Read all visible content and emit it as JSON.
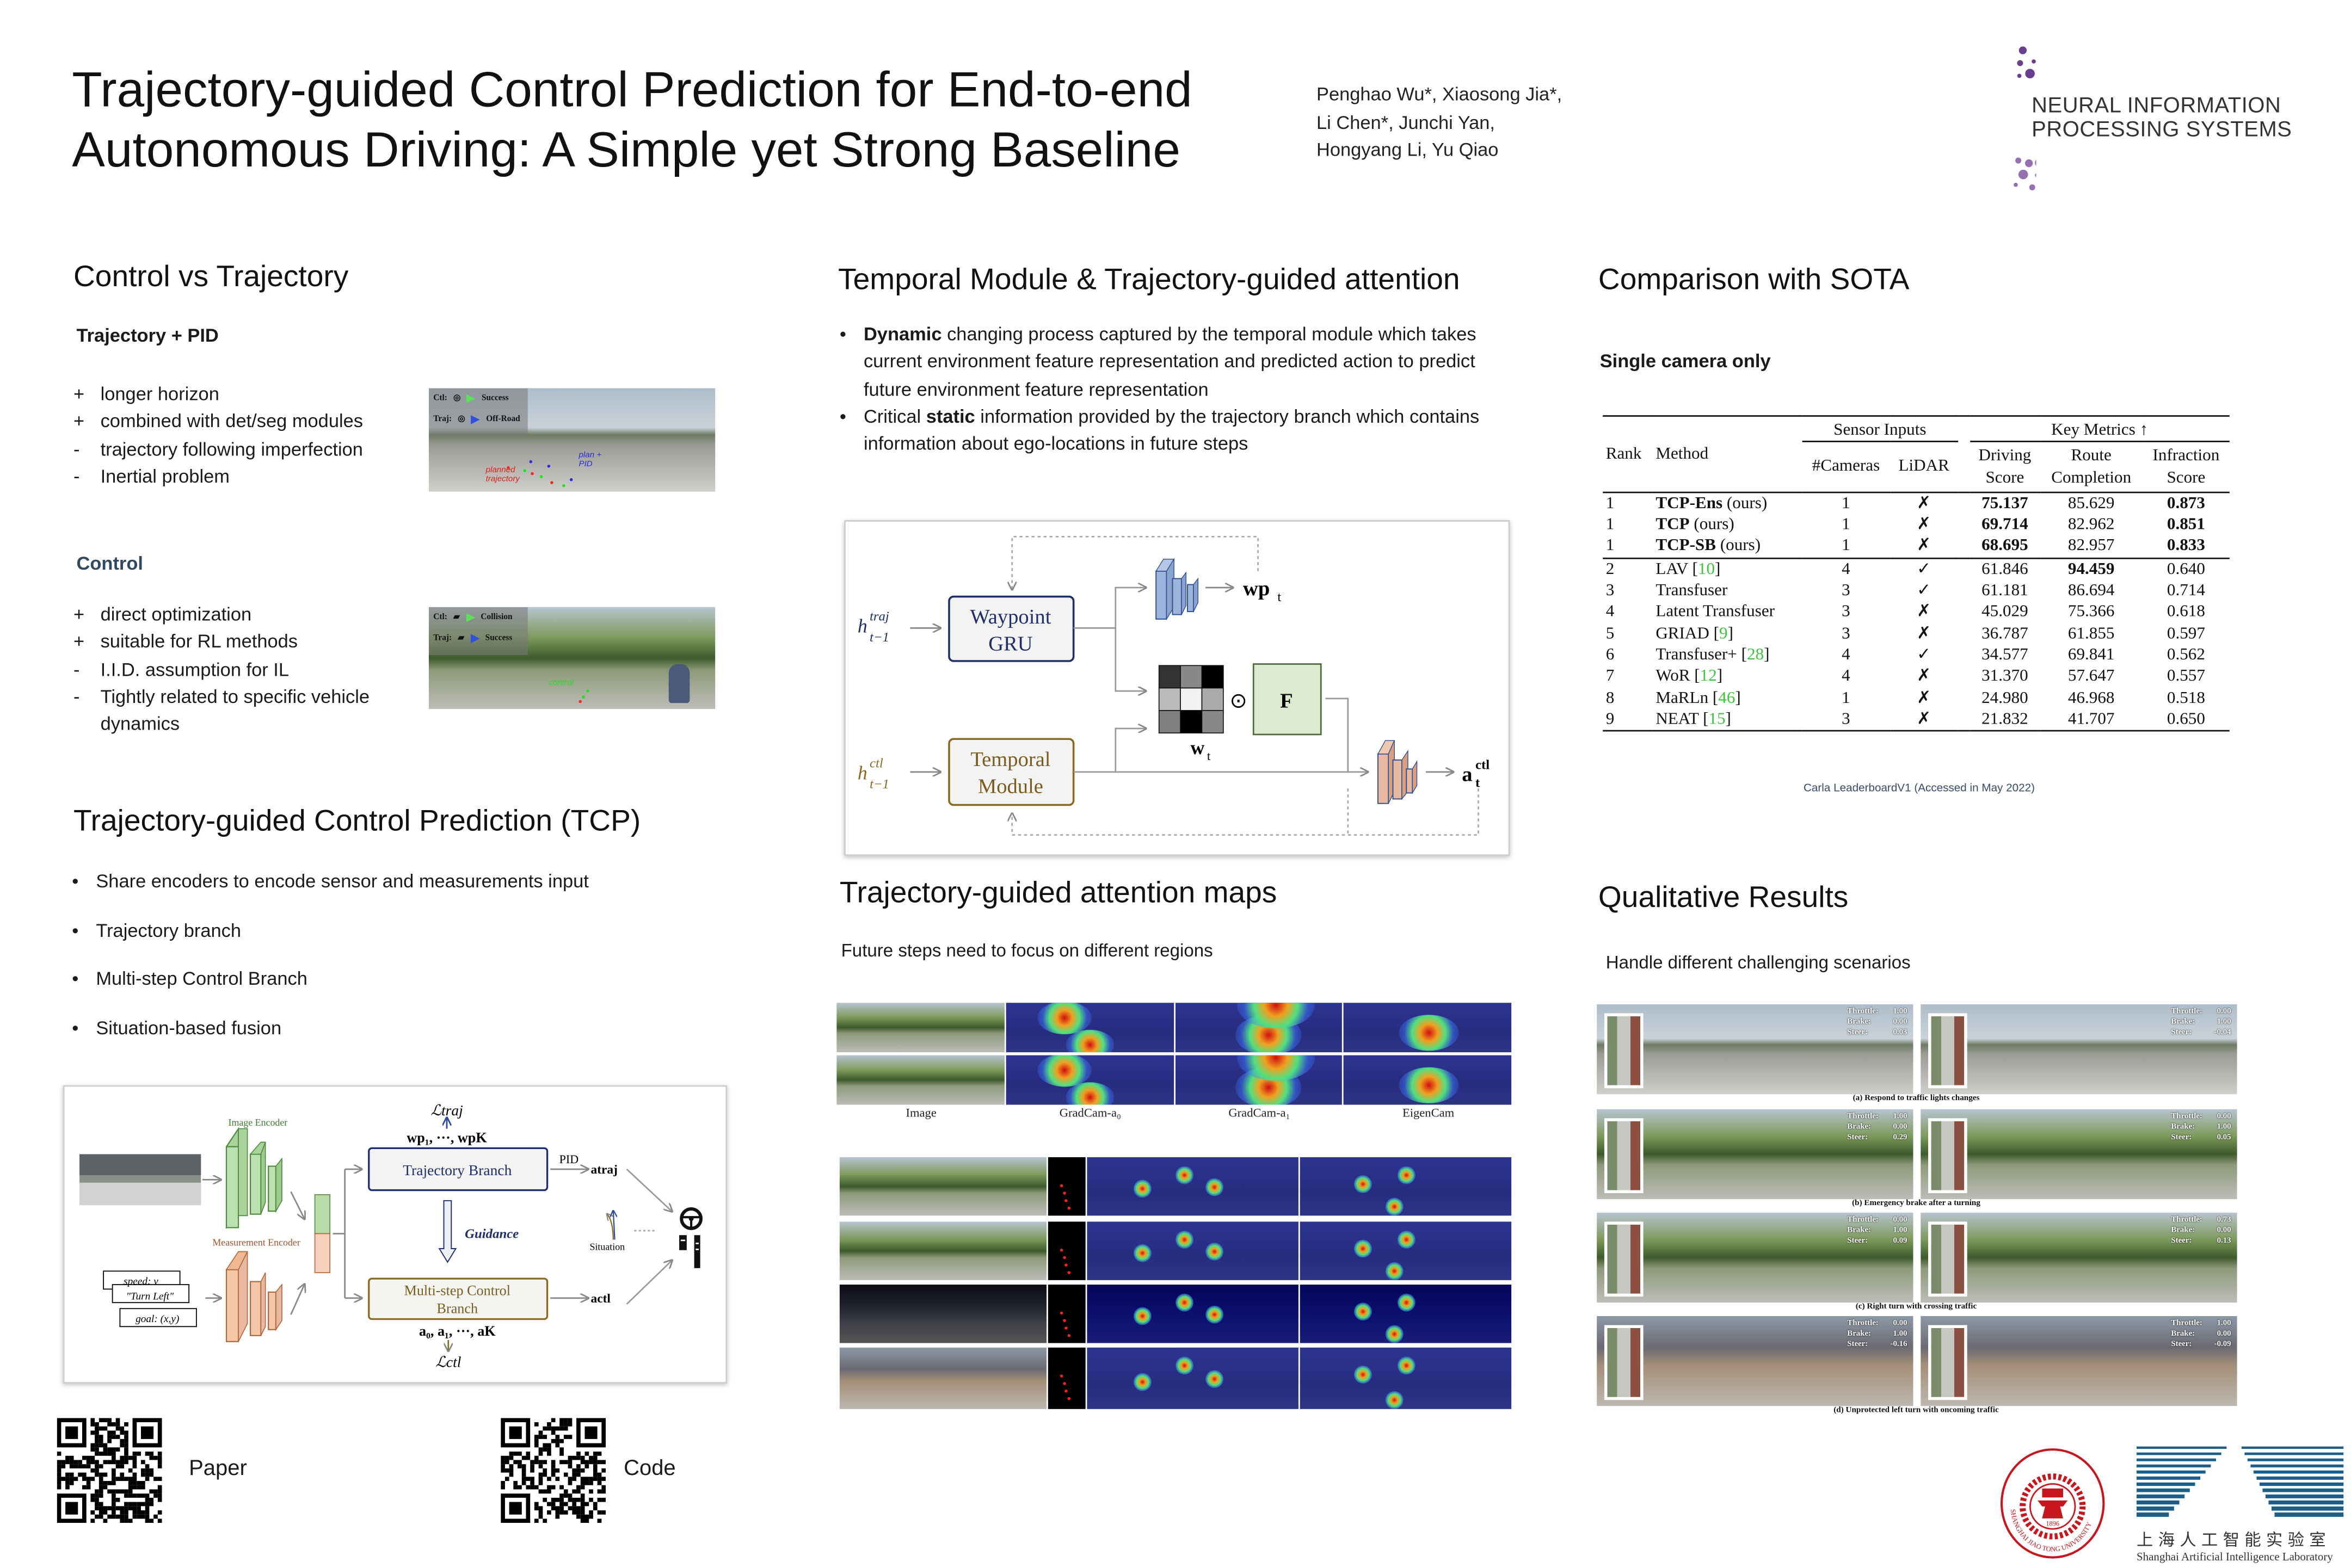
{
  "header": {
    "title_line1": "Trajectory-guided Control Prediction for End-to-end",
    "title_line2": "Autonomous Driving: A Simple yet Strong Baseline",
    "authors": [
      "Penghao Wu*, Xiaosong Jia*,",
      "Li Chen*, Junchi Yan,",
      "Hongyang Li, Yu Qiao"
    ],
    "neurips_logo": [
      "NEURAL INFORMATION",
      "PROCESSING SYSTEMS"
    ]
  },
  "control_vs_trajectory": {
    "heading": "Control vs Trajectory",
    "traj_title": "Trajectory + PID",
    "traj_points": [
      {
        "mark": "+",
        "text": "longer horizon"
      },
      {
        "mark": "+",
        "text": "combined with det/seg modules"
      },
      {
        "mark": "-",
        "text": "trajectory following imperfection"
      },
      {
        "mark": "-",
        "text": "Inertial problem"
      }
    ],
    "control_title": "Control",
    "control_points": [
      {
        "mark": "+",
        "text": "direct optimization"
      },
      {
        "mark": "+",
        "text": "suitable for RL methods"
      },
      {
        "mark": "-",
        "text": "I.I.D. assumption for IL"
      },
      {
        "mark": "-",
        "text": "Tightly related to specific vehicle dynamics"
      }
    ],
    "thumb1": {
      "ctl_label": "Ctl:",
      "ctl_result": "Success",
      "traj_label": "Traj:",
      "traj_result": "Off-Road",
      "planned": "planned trajectory",
      "pid": "plan + PID"
    },
    "thumb2": {
      "ctl_label": "Ctl:",
      "ctl_result": "Collision",
      "traj_label": "Traj:",
      "traj_result": "Success",
      "control": "control"
    }
  },
  "tcp": {
    "heading": "Trajectory-guided Control Prediction (TCP)",
    "points": [
      "Share encoders to encode sensor and measurements input",
      "Trajectory branch",
      "Multi-step Control Branch",
      "Situation-based fusion"
    ],
    "diagram": {
      "image_encoder": "Image Encoder",
      "measurement_encoder": "Measurement Encoder",
      "inputs": [
        "speed: v",
        "\"Turn Left\"",
        "goal: (x,y)"
      ],
      "trajectory_branch": "Trajectory Branch",
      "control_branch_l1": "Multi-step Control",
      "control_branch_l2": "Branch",
      "guidance": "Guidance",
      "loss_traj": "ℒtraj",
      "waypoints": "wp₁, ···, wpK",
      "actions": "a₀, a₁, ···, aK",
      "loss_ctl": "ℒctl",
      "pid": "PID",
      "a_traj": "atraj",
      "a_ctl": "actl",
      "situation": "Situation"
    }
  },
  "links": {
    "paper": "Paper",
    "code": "Code"
  },
  "temporal": {
    "heading": "Temporal Module & Trajectory-guided attention",
    "b1_bold": "Dynamic",
    "b1_rest": " changing process captured by the temporal module which takes current environment feature representation and predicted action to predict future environment feature representation",
    "b2_pre": "Critical ",
    "b2_bold": "static",
    "b2_rest": " information provided by the trajectory branch which contains information about ego-locations in future steps",
    "diagram": {
      "h_traj": "h",
      "h_traj_sup": "traj",
      "h_sub": "t−1",
      "h_ctl_sup": "ctl",
      "waypoint_gru_l1": "Waypoint",
      "waypoint_gru_l2": "GRU",
      "temporal_l1": "Temporal",
      "temporal_l2": "Module",
      "wp_t": "wp",
      "t": "t",
      "w_t": "w",
      "F": "F",
      "odot": "⊙",
      "a": "a",
      "ctl": "ctl"
    }
  },
  "attention": {
    "heading": "Trajectory-guided attention maps",
    "subtitle": "Future steps need to focus on different regions",
    "col_labels": [
      "Image",
      "GradCam-a₀",
      "GradCam-a₁",
      "EigenCam"
    ]
  },
  "sota": {
    "heading": "Comparison with SOTA",
    "subtitle": "Single camera only",
    "headers": {
      "rank": "Rank",
      "method": "Method",
      "sensor_inputs": "Sensor Inputs",
      "key_metrics": "Key Metrics ↑",
      "cameras": "#Cameras",
      "lidar": "LiDAR",
      "ds1": "Driving",
      "ds2": "Score",
      "rc1": "Route",
      "rc2": "Completion",
      "is1": "Infraction",
      "is2": "Score"
    },
    "ours": [
      {
        "rank": "1",
        "method": "TCP-Ens",
        "suffix": " (ours)",
        "cameras": "1",
        "lidar": "✗",
        "ds": "75.137",
        "rc": "85.629",
        "is": "0.873"
      },
      {
        "rank": "1",
        "method": "TCP",
        "suffix": " (ours)",
        "cameras": "1",
        "lidar": "✗",
        "ds": "69.714",
        "rc": "82.962",
        "is": "0.851"
      },
      {
        "rank": "1",
        "method": "TCP-SB",
        "suffix": " (ours)",
        "cameras": "1",
        "lidar": "✗",
        "ds": "68.695",
        "rc": "82.957",
        "is": "0.833"
      }
    ],
    "others": [
      {
        "rank": "2",
        "method": "LAV",
        "cite": "10",
        "cameras": "4",
        "lidar": "✓",
        "ds": "61.846",
        "rc": "94.459",
        "rc_bold": true,
        "is": "0.640"
      },
      {
        "rank": "3",
        "method": "Transfuser",
        "cite": "",
        "cameras": "3",
        "lidar": "✓",
        "ds": "61.181",
        "rc": "86.694",
        "is": "0.714"
      },
      {
        "rank": "4",
        "method": "Latent Transfuser",
        "cite": "",
        "cameras": "3",
        "lidar": "✗",
        "ds": "45.029",
        "rc": "75.366",
        "is": "0.618"
      },
      {
        "rank": "5",
        "method": "GRIAD",
        "cite": "9",
        "cameras": "3",
        "lidar": "✗",
        "ds": "36.787",
        "rc": "61.855",
        "is": "0.597"
      },
      {
        "rank": "6",
        "method": "Transfuser+",
        "cite": "28",
        "cameras": "4",
        "lidar": "✓",
        "ds": "34.577",
        "rc": "69.841",
        "is": "0.562"
      },
      {
        "rank": "7",
        "method": "WoR",
        "cite": "12",
        "cameras": "4",
        "lidar": "✗",
        "ds": "31.370",
        "rc": "57.647",
        "is": "0.557"
      },
      {
        "rank": "8",
        "method": "MaRLn",
        "cite": "46",
        "cameras": "1",
        "lidar": "✗",
        "ds": "24.980",
        "rc": "46.968",
        "is": "0.518"
      },
      {
        "rank": "9",
        "method": "NEAT",
        "cite": "15",
        "cameras": "3",
        "lidar": "✗",
        "ds": "21.832",
        "rc": "41.707",
        "is": "0.650"
      }
    ],
    "caption": "Carla LeaderboardV1 (Accessed in May 2022)",
    "cite_color": "#3ec43e"
  },
  "qualitative": {
    "heading": "Qualitative Results",
    "subtitle": "Handle different challenging scenarios",
    "labels": {
      "throttle": "Throttle:",
      "brake": "Brake:",
      "steer": "Steer:"
    },
    "rows": [
      {
        "caption": "(a) Respond to traffic lights changes",
        "panels": [
          {
            "throttle": "1.00",
            "brake": "0.00",
            "steer": "0.03"
          },
          {
            "throttle": "0.00",
            "brake": "1.00",
            "steer": "-0.04"
          }
        ]
      },
      {
        "caption": "(b) Emergency brake after a turning",
        "panels": [
          {
            "throttle": "1.00",
            "brake": "0.00",
            "steer": "0.29"
          },
          {
            "throttle": "0.00",
            "brake": "1.00",
            "steer": "0.05"
          }
        ]
      },
      {
        "caption": "(c) Right turn with crossing traffic",
        "panels": [
          {
            "throttle": "0.00",
            "brake": "1.00",
            "steer": "0.09"
          },
          {
            "throttle": "0.73",
            "brake": "0.00",
            "steer": "0.13"
          }
        ]
      },
      {
        "caption": "(d) Unprotected left turn with oncoming traffic",
        "panels": [
          {
            "throttle": "0.00",
            "brake": "1.00",
            "steer": "-0.16"
          },
          {
            "throttle": "1.00",
            "brake": "0.00",
            "steer": "-0.09"
          }
        ]
      }
    ]
  },
  "logos": {
    "sjtu": "SHANGHAI JIAO TONG UNIVERSITY",
    "sjtu_year": "1896",
    "ailab_cn": "上海人工智能实验室",
    "ailab_en": "Shanghai Artificial Intelligence Laboratory"
  },
  "colors": {
    "navy": "#1f2f6b",
    "olive": "#7a5c1e",
    "green_fill": "#b8dba8",
    "orange_fill": "#f6c6a8",
    "neurips_purple": "#6b3f8f",
    "sjtu_red": "#c8161e",
    "ailab_blue": "#1b5f8a"
  }
}
